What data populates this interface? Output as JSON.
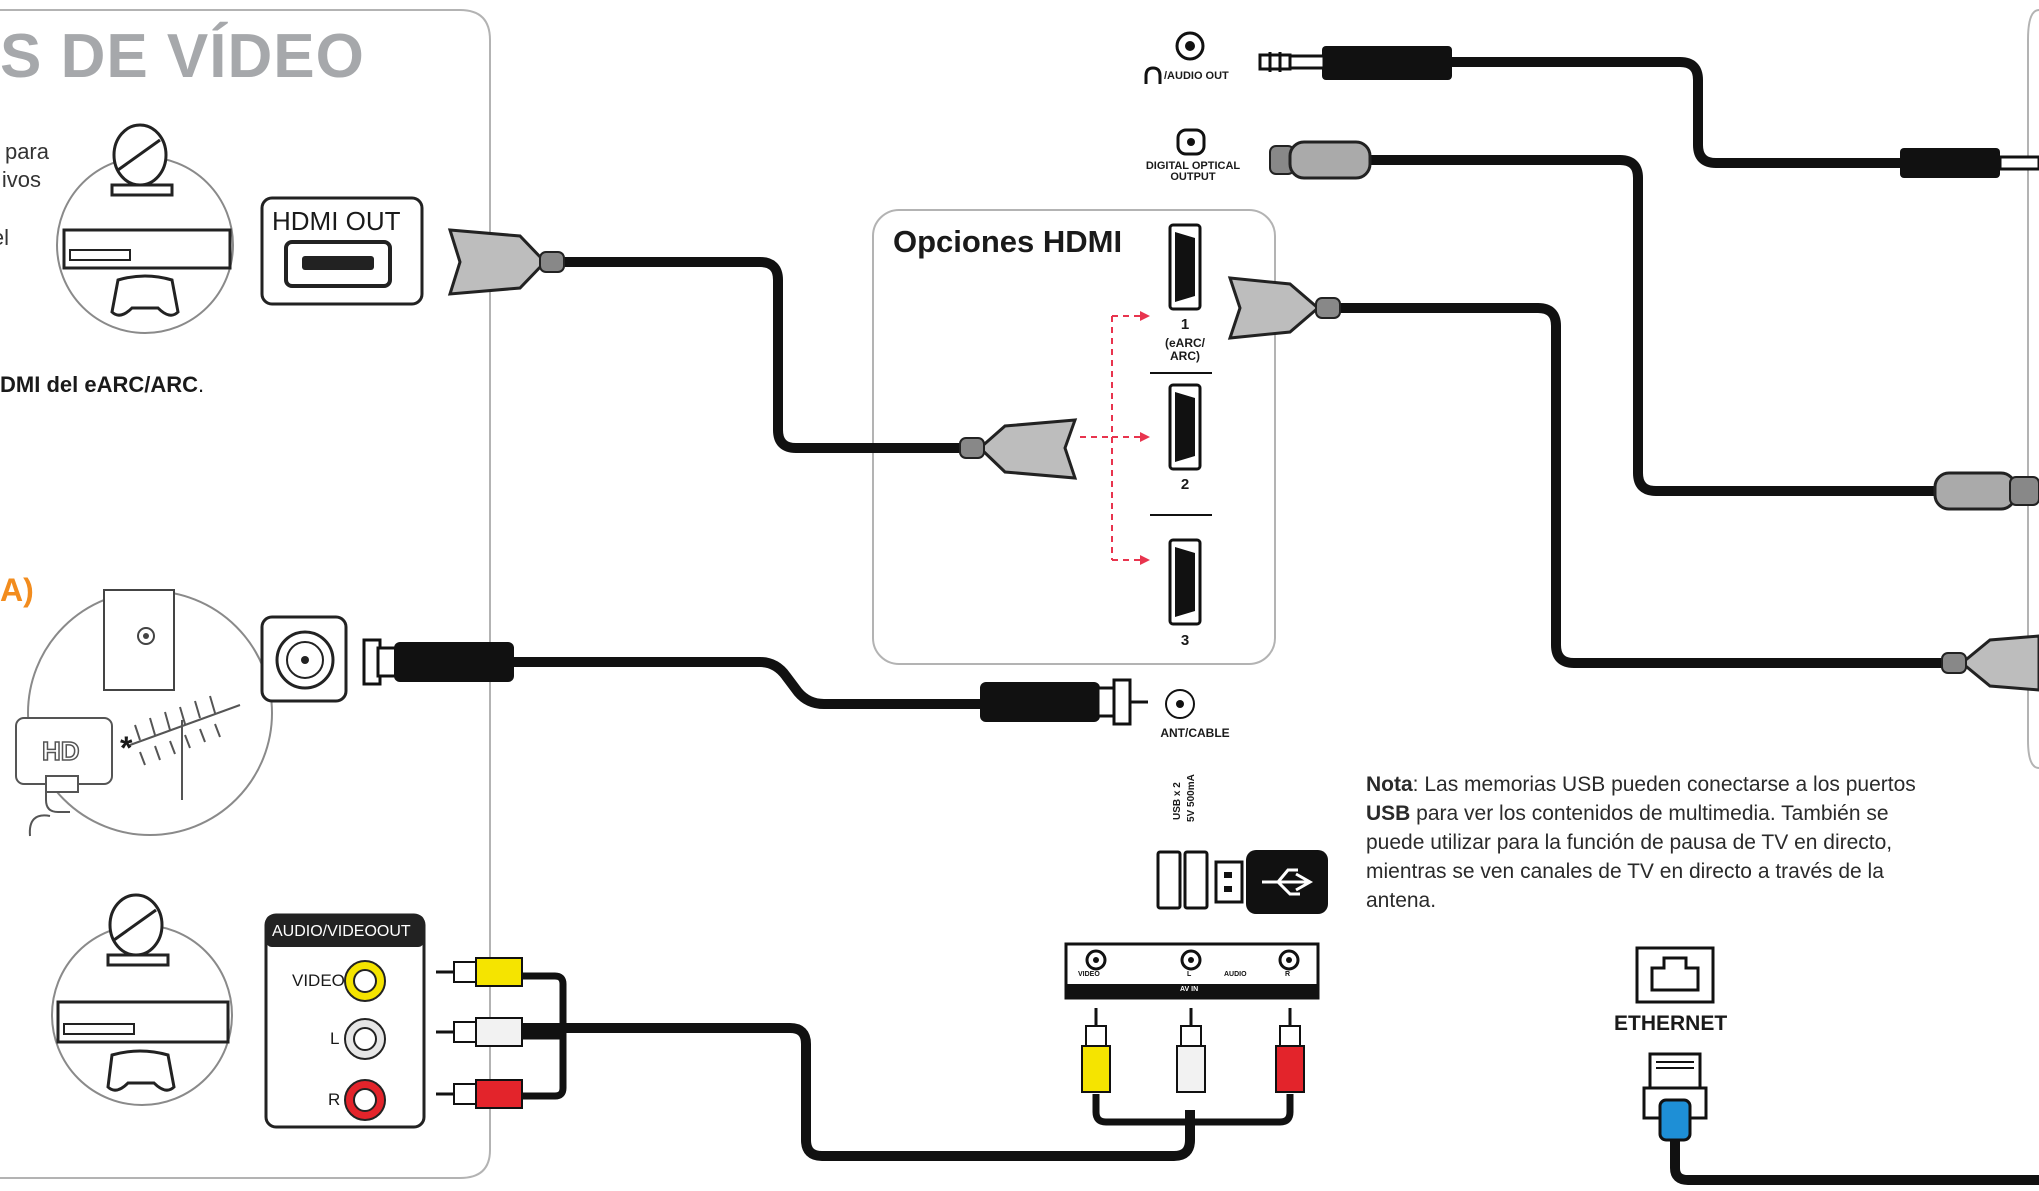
{
  "left_panel": {
    "title": "S DE VÍDEO",
    "note_lines": [
      "para",
      "ivos",
      "el"
    ],
    "bold_note_prefix": "DMI del eARC/ARC",
    "bold_note_suffix": ".",
    "orange_label": "A)",
    "hdmi_out_label": "HDMI OUT",
    "hd_label": "HD",
    "asterisk": "*",
    "av_out_title": "AUDIO/VIDEOOUT",
    "video_label": "VIDEO",
    "l_label": "L",
    "r_label": "R"
  },
  "tv_ports": {
    "audio_out_label": "/AUDIO OUT",
    "optical_label_line1": "DIGITAL OPTICAL",
    "optical_label_line2": "OUTPUT",
    "hdmi_box_title": "Opciones HDMI",
    "hdmi_port1_num": "1",
    "hdmi_port1_sub_line1": "(eARC/",
    "hdmi_port1_sub_line2": "ARC)",
    "hdmi_port2_num": "2",
    "hdmi_port3_num": "3",
    "ant_label": "ANT/CABLE",
    "usb_label_line1": "USB x 2",
    "usb_label_line2": "5V 500mA",
    "av_in_video": "VIDEO",
    "av_in_l": "L",
    "av_in_audio": "AUDIO",
    "av_in_r": "R",
    "av_in_title": "AV IN",
    "ethernet_label": "ETHERNET"
  },
  "note": {
    "bold_word": "Nota",
    "text_1": ": Las memorias USB pueden conectarse a los puertos ",
    "usb_word": "USB",
    "text_2": " para ver los contenidos de multimedia. También se puede utilizar para la función de pausa de TV en directo, mientras se ven canales de TV en directo a través de la antena."
  },
  "colors": {
    "panel_border": "#b3b3b3",
    "title_gray": "#a6a8ab",
    "orange": "#f28c1e",
    "arrow_red": "#e8344e",
    "rca_yellow": "#f5e400",
    "rca_red": "#e3242b",
    "ethernet_blue": "#1e8fd6"
  }
}
